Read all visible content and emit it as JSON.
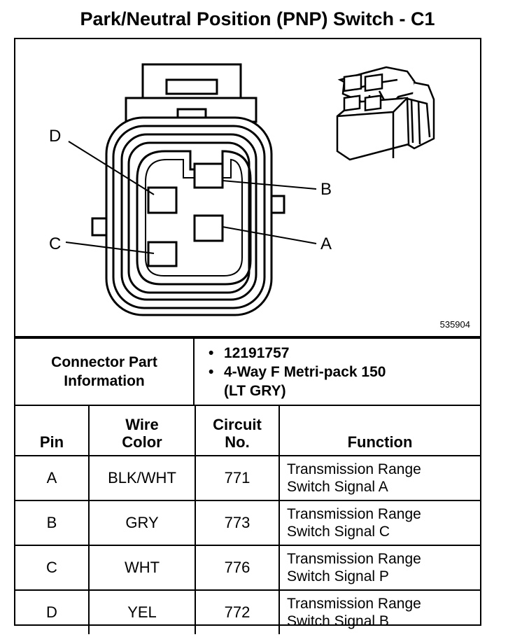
{
  "title": "Park/Neutral Position (PNP) Switch - C1",
  "figure_number": "535904",
  "diagram": {
    "pin_labels": [
      "A",
      "B",
      "C",
      "D"
    ]
  },
  "connector_info": {
    "label_line1": "Connector Part",
    "label_line2": "Information",
    "items": [
      "12191757",
      "4-Way F Metri-pack 150",
      "(LT GRY)"
    ]
  },
  "pin_table": {
    "headers": {
      "pin": "Pin",
      "wire_color_line1": "Wire",
      "wire_color_line2": "Color",
      "circuit_line1": "Circuit",
      "circuit_line2": "No.",
      "function": "Function"
    },
    "rows": [
      {
        "pin": "A",
        "wire": "BLK/WHT",
        "circuit": "771",
        "function_line1": "Transmission Range",
        "function_line2": "Switch Signal A"
      },
      {
        "pin": "B",
        "wire": "GRY",
        "circuit": "773",
        "function_line1": "Transmission Range",
        "function_line2": "Switch Signal C"
      },
      {
        "pin": "C",
        "wire": "WHT",
        "circuit": "776",
        "function_line1": "Transmission Range",
        "function_line2": "Switch Signal P"
      },
      {
        "pin": "D",
        "wire": "YEL",
        "circuit": "772",
        "function_line1": "Transmission Range",
        "function_line2": "Switch Signal B"
      }
    ]
  }
}
